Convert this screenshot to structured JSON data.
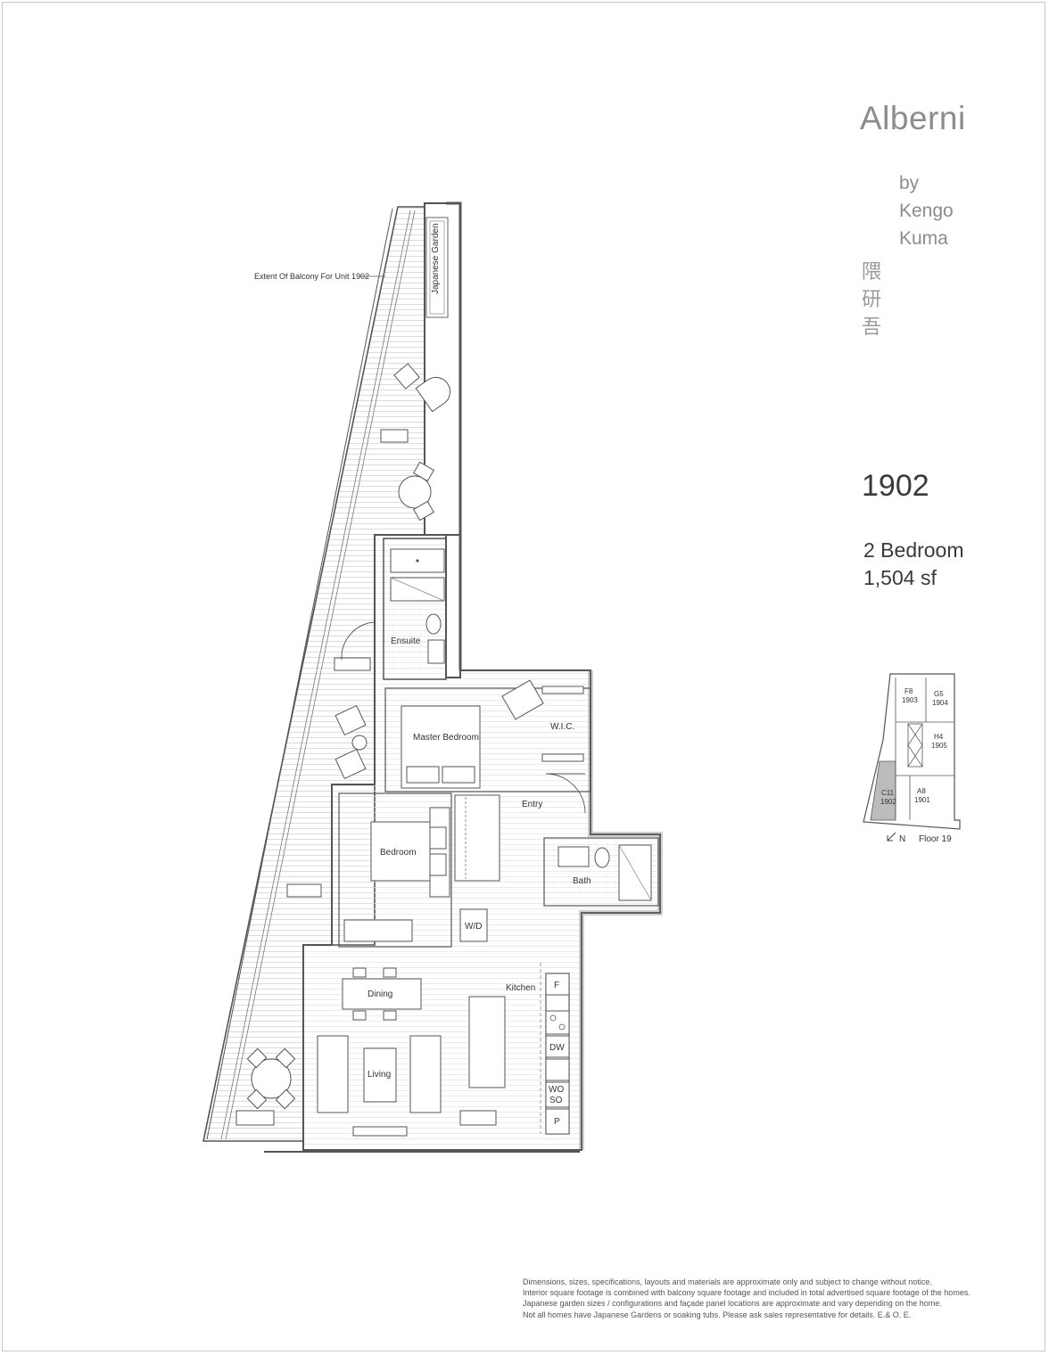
{
  "brand": {
    "project": "Alberni",
    "by_lines": [
      "by",
      "Kengo",
      "Kuma"
    ],
    "kanji": [
      "隈",
      "研",
      "吾"
    ]
  },
  "unit": {
    "number": "1902",
    "bedrooms": "2 Bedroom",
    "area": "1,504 sf"
  },
  "plan_labels": {
    "balcony_callout": "Extent Of Balcony For Unit 1902",
    "japanese_garden": "Japanese Garden",
    "ensuite": "Ensuite",
    "master_bedroom": "Master Bedroom",
    "wic": "W.I.C.",
    "entry": "Entry",
    "bedroom": "Bedroom",
    "bath": "Bath",
    "wd": "W/D",
    "dining": "Dining",
    "kitchen": "Kitchen",
    "living": "Living",
    "fridge": "F",
    "dishwasher": "DW",
    "wall_oven": "WO",
    "speed_oven": "SO",
    "pantry": "P"
  },
  "keyplan": {
    "units": [
      {
        "code": "F8",
        "number": "1903"
      },
      {
        "code": "G5",
        "number": "1904"
      },
      {
        "code": "H4",
        "number": "1905"
      },
      {
        "code": "C11",
        "number": "1902"
      },
      {
        "code": "A8",
        "number": "1901"
      }
    ],
    "north": "N",
    "floor": "Floor 19"
  },
  "disclaimer": [
    "Dimensions, sizes, specifications, layouts and materials are approximate only and subject to change without notice.",
    "Interior square footage is combined with balcony square footage and included in total advertised square footage of the homes.",
    "Japanese garden sizes / configurations and façade panel locations are approximate and vary depending on the home.",
    "Not all homes have Japanese Gardens or soaking tubs. Please ask sales representative for details. E.& O. E."
  ]
}
